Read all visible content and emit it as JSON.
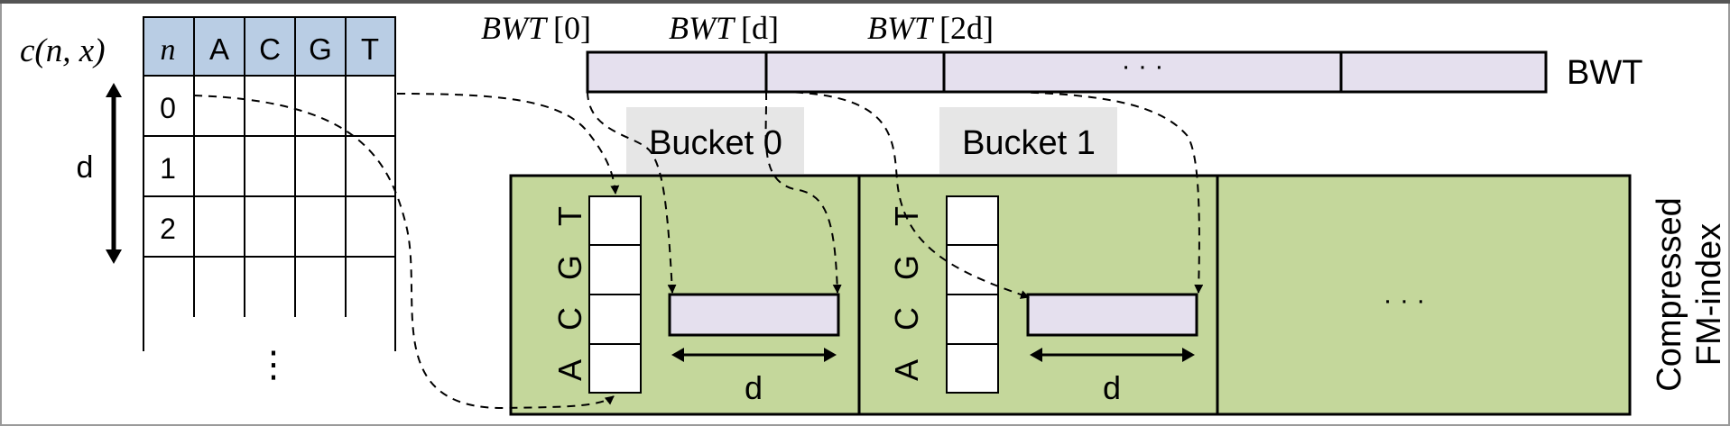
{
  "colors": {
    "header_fill": "#b9cde4",
    "bwt_fill": "#e5e0ee",
    "bucket_fill": "#c4d79b",
    "label_bg": "#e6e6e6",
    "stroke": "#000000"
  },
  "table": {
    "title_c": "c(",
    "title_n": "n",
    "title_mid": ", ",
    "title_x": "x",
    "title_end": ")",
    "header_n": "n",
    "headers": [
      "A",
      "C",
      "G",
      "T"
    ],
    "rows": [
      "0",
      "1",
      "2"
    ],
    "ellipsis": "⋮",
    "d_label": "d"
  },
  "bwt": {
    "labels": [
      {
        "name": "BWT",
        "index": "[0]"
      },
      {
        "name": "BWT",
        "index": "[d]"
      },
      {
        "name": "BWT",
        "index": "[2d]"
      }
    ],
    "ellipsis": "· · ·",
    "side_label": "BWT"
  },
  "buckets": [
    {
      "label": "Bucket 0",
      "letters": [
        "T",
        "G",
        "C",
        "A"
      ],
      "d_label": "d"
    },
    {
      "label": "Bucket 1",
      "letters": [
        "T",
        "G",
        "C",
        "A"
      ],
      "d_label": "d"
    }
  ],
  "index": {
    "ellipsis": "· · ·",
    "label_line1": "Compressed",
    "label_line2": "FM-index"
  }
}
